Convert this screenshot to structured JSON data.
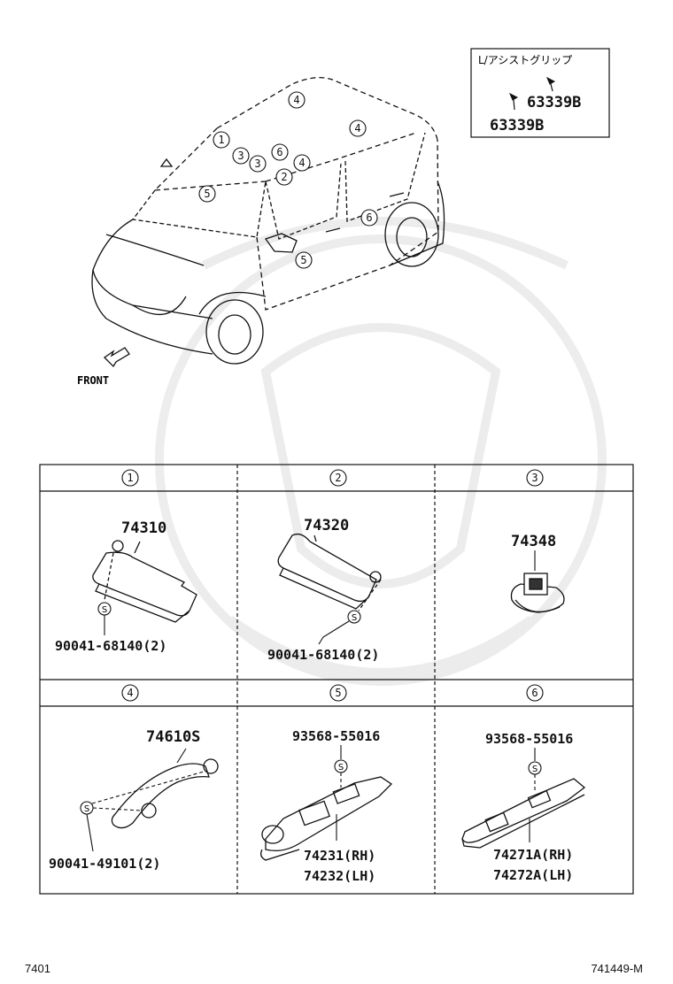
{
  "inset": {
    "title": "L/アシストグリップ",
    "part_a": "63339B",
    "part_b": "63339B"
  },
  "front_label": "FRONT",
  "callouts": {
    "c1": "1",
    "c2": "2",
    "c3": "3",
    "c4": "4",
    "c5": "5",
    "c6": "6"
  },
  "cells": {
    "h1": "1",
    "h2": "2",
    "h3": "3",
    "h4": "4",
    "h5": "5",
    "h6": "6",
    "cell1": {
      "part": "74310",
      "screw": "90041-68140(2)"
    },
    "cell2": {
      "part": "74320",
      "screw": "90041-68140(2)"
    },
    "cell3": {
      "part": "74348"
    },
    "cell4": {
      "part": "74610S",
      "screw": "90041-49101(2)"
    },
    "cell5": {
      "screw": "93568-55016",
      "part_rh": "74231(RH)",
      "part_lh": "74232(LH)"
    },
    "cell6": {
      "screw": "93568-55016",
      "part_rh": "74271A(RH)",
      "part_lh": "74272A(LH)"
    },
    "screw_mark": "S"
  },
  "footer": {
    "left": "7401",
    "right": "741449-M"
  }
}
